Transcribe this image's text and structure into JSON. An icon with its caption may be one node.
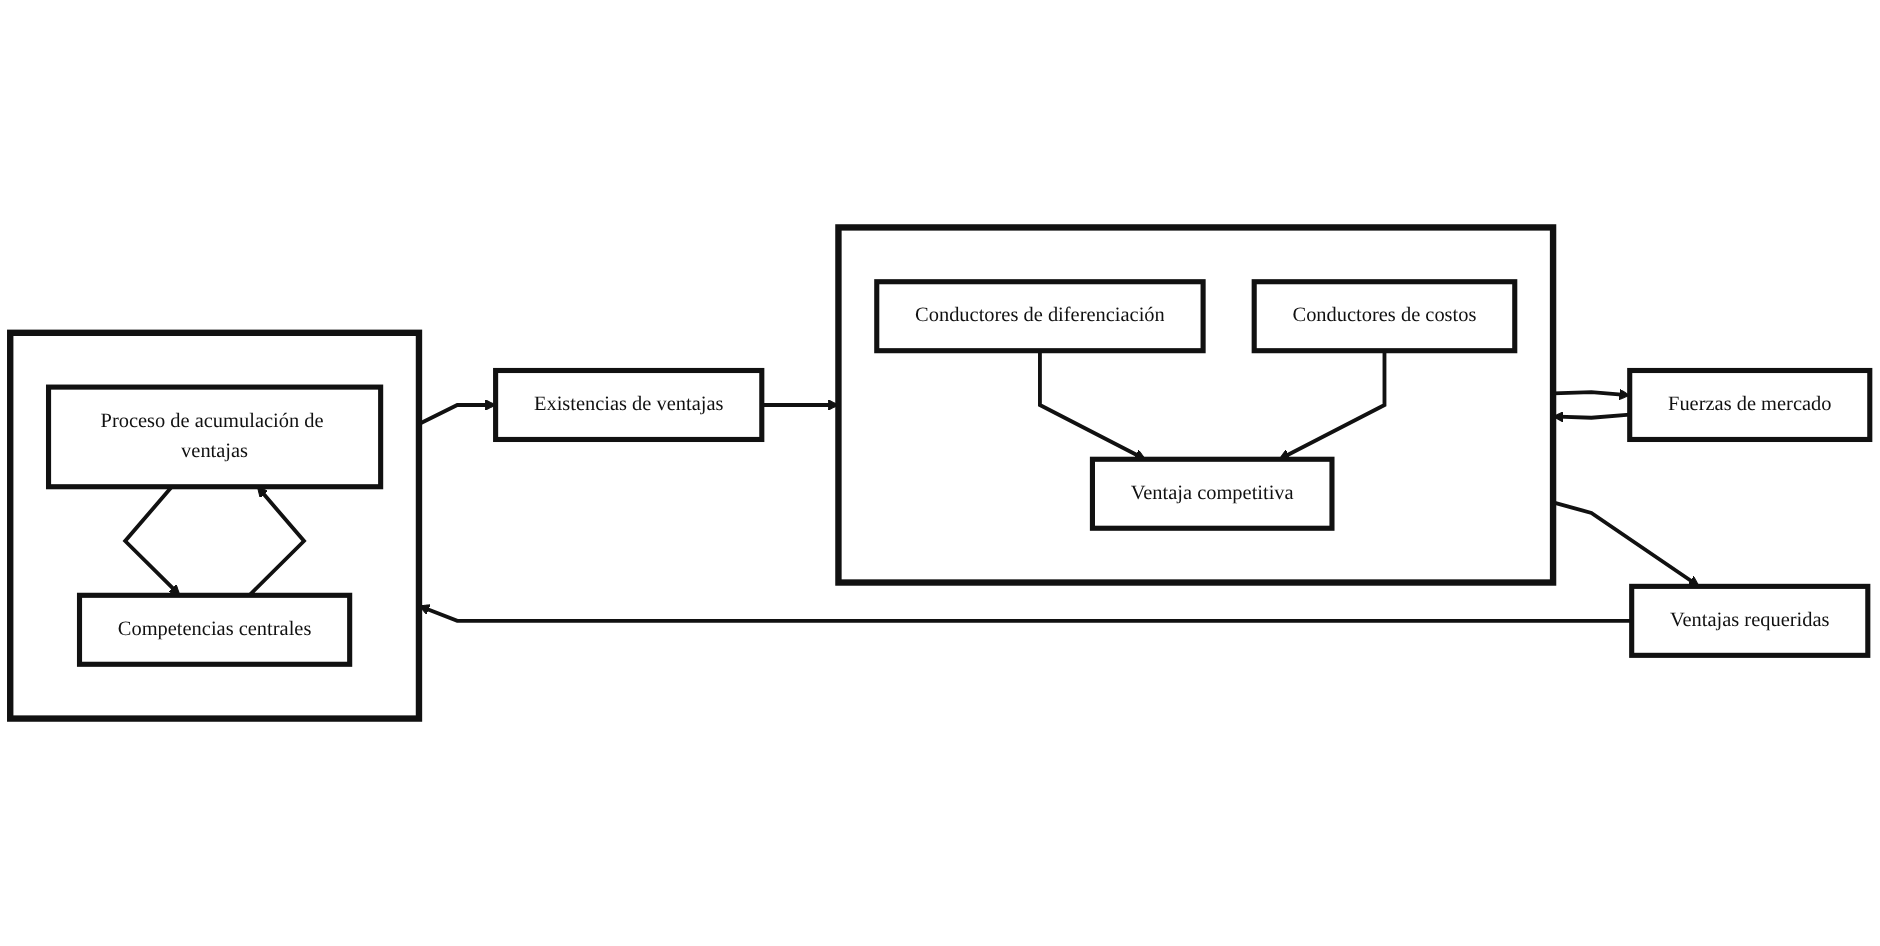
{
  "diagram": {
    "nodes": [
      {
        "text": [
          "Fuerzas de mercado"
        ]
      },
      {
        "text": [],
        "shape": "box"
      },
      {
        "text": [
          "Conductores de diferenciación"
        ],
        "in": 1
      },
      {
        "text": [
          "Ventaja competitiva"
        ],
        "in": 1
      },
      {
        "text": [
          "Conductores de costos"
        ],
        "in": 1
      },
      {
        "text": [
          "Ventajas requeridas"
        ]
      },
      {
        "text": [],
        "shape": "box"
      },
      {
        "text": [
          "Proceso de acumulación de ventajas"
        ],
        "in": 6
      },
      {
        "text": [
          "Competencias centrales"
        ],
        "in": 6
      },
      {
        "text": [
          "Existencias de ventajas"
        ]
      }
    ],
    "edges": [
      {
        "from": 0,
        "to": 1,
        "arrow": "to"
      },
      {
        "from": 1,
        "to": 0,
        "arrow": "to"
      },
      {
        "from": 2,
        "to": 3,
        "arrow": "to"
      },
      {
        "from": 4,
        "to": 3,
        "arrow": "to"
      },
      {
        "from": 1,
        "to": 5,
        "arrow": "to"
      },
      {
        "from": 5,
        "to": 6,
        "arrow": "to"
      },
      {
        "from": 8,
        "to": 7,
        "arrow": "to"
      },
      {
        "from": 7,
        "to": 8,
        "arrow": "to"
      },
      {
        "from": 6,
        "to": 9,
        "arrow": "to"
      },
      {
        "from": 9,
        "to": 1,
        "arrow": "to"
      }
    ]
  }
}
